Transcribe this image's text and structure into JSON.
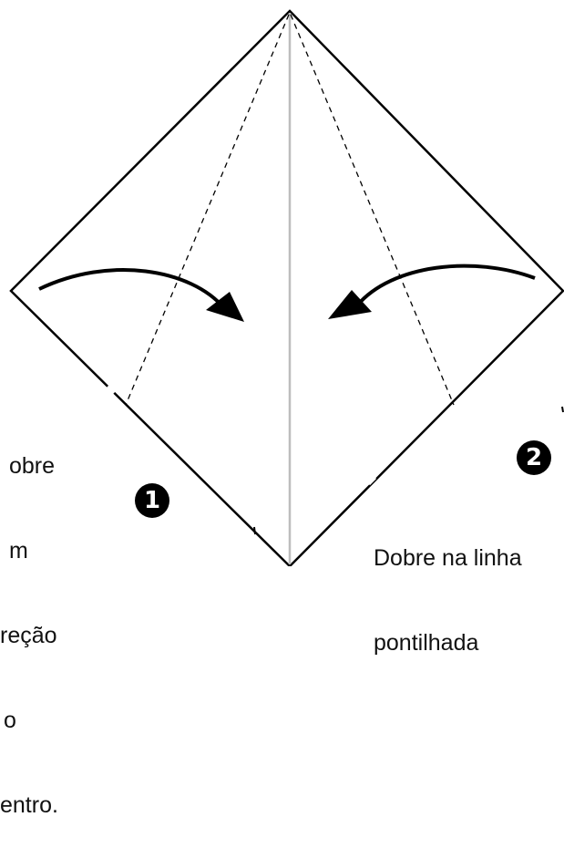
{
  "colors": {
    "outline": "#000000",
    "center_crease": "#bdbdbd",
    "dashed_fold": "#000000",
    "arrow": "#000000",
    "background": "#ffffff"
  },
  "steps": [
    {
      "number": "1",
      "instruction_lines": [
        "obre",
        "m",
        "reção",
        "o",
        "entro."
      ],
      "arrow_direction": "right"
    },
    {
      "number": "2",
      "instruction_lines": [
        "Dobre na linha",
        "pontilhada"
      ],
      "arrow_direction": "left"
    }
  ]
}
